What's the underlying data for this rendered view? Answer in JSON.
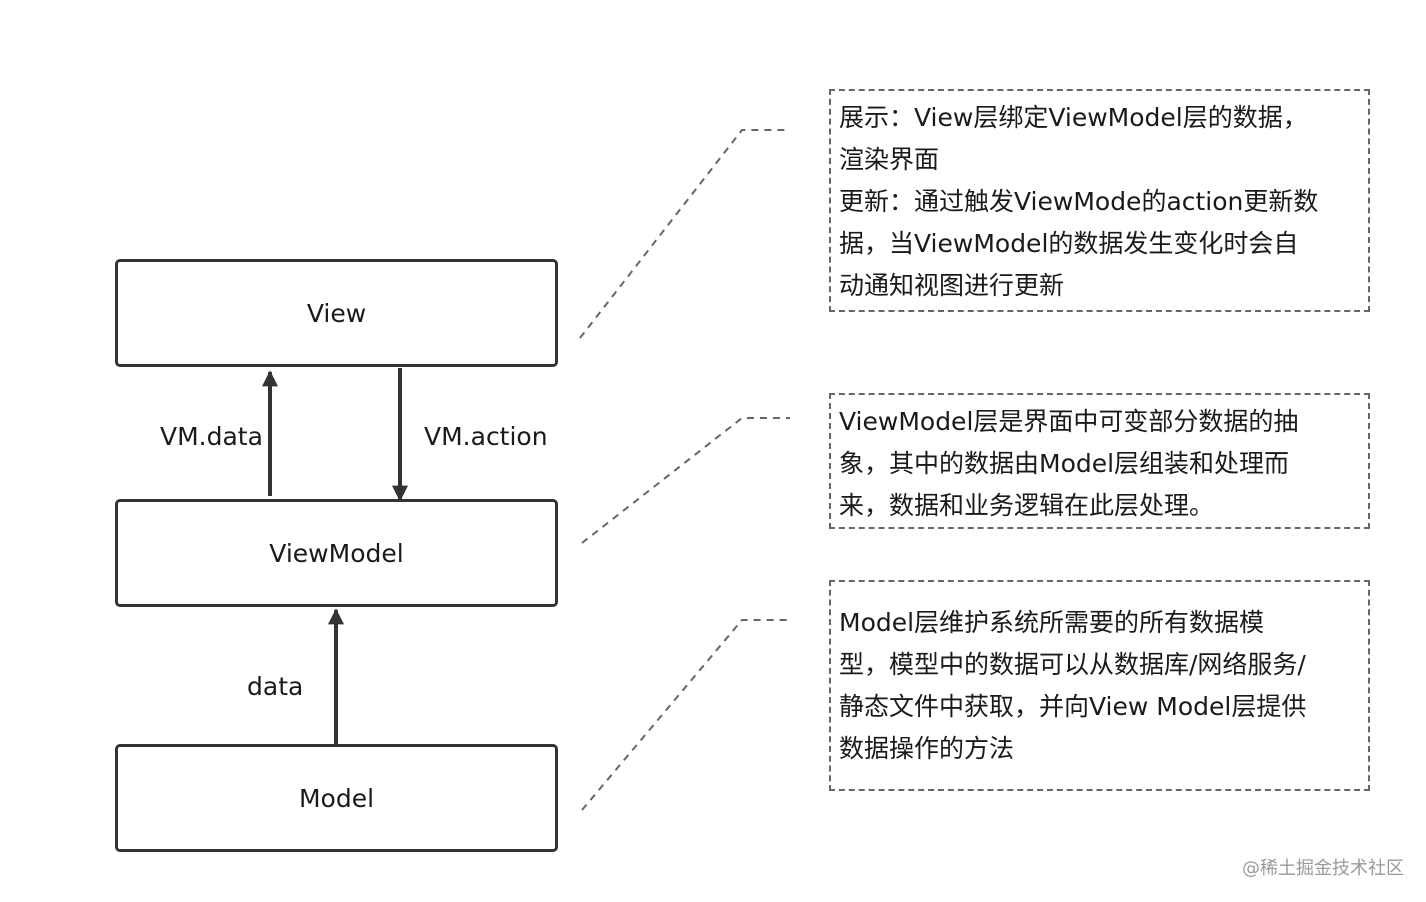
{
  "layers": {
    "view": "View",
    "viewmodel": "ViewModel",
    "model": "Model"
  },
  "arrows": {
    "vm_data": "VM.data",
    "vm_action": "VM.action",
    "data": "data"
  },
  "notes": {
    "view": [
      "展示：View层绑定ViewModel层的数据，",
      "渲染界面",
      "更新：通过触发ViewMode的action更新数",
      "据，当ViewModel的数据发生变化时会自",
      "动通知视图进行更新"
    ],
    "viewmodel": [
      "ViewModel层是界面中可变部分数据的抽",
      "象，其中的数据由Model层组装和处理而",
      "来，数据和业务逻辑在此层处理。"
    ],
    "model": [
      "Model层维护系统所需要的所有数据模",
      "型，模型中的数据可以从数据库/网络服务/",
      "静态文件中获取，并向View Model层提供",
      "数据操作的方法"
    ]
  },
  "watermark": "@稀土掘金技术社区",
  "colors": {
    "box_border": "#333333",
    "arrow": "#333333",
    "dashed": "#666666",
    "watermark": "#9a9a9a"
  }
}
